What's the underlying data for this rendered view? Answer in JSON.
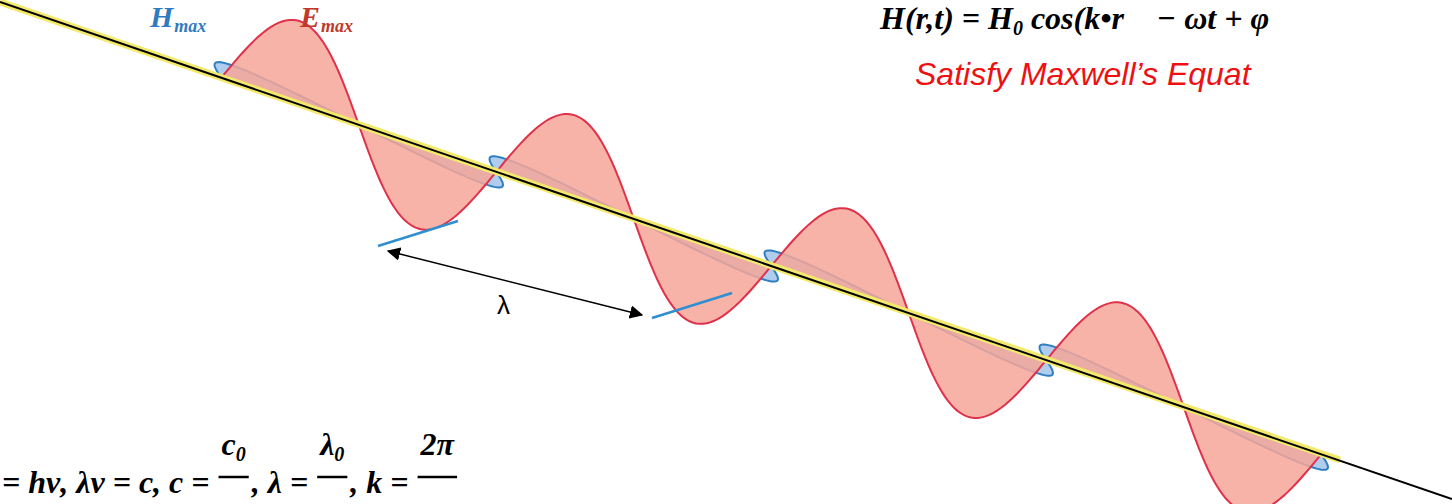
{
  "diagram": {
    "labels": [
      "H",
      "max",
      "E",
      "max",
      "H(r,t) = H",
      "0",
      "cos(k•r⃗ − ωt + φ",
      "Satisfy Maxwell’s Equat",
      "λ",
      "= hν, λν = c, c =",
      "c",
      "0",
      ", λ =",
      "λ",
      "0",
      ", k =",
      "2π"
    ]
  }
}
